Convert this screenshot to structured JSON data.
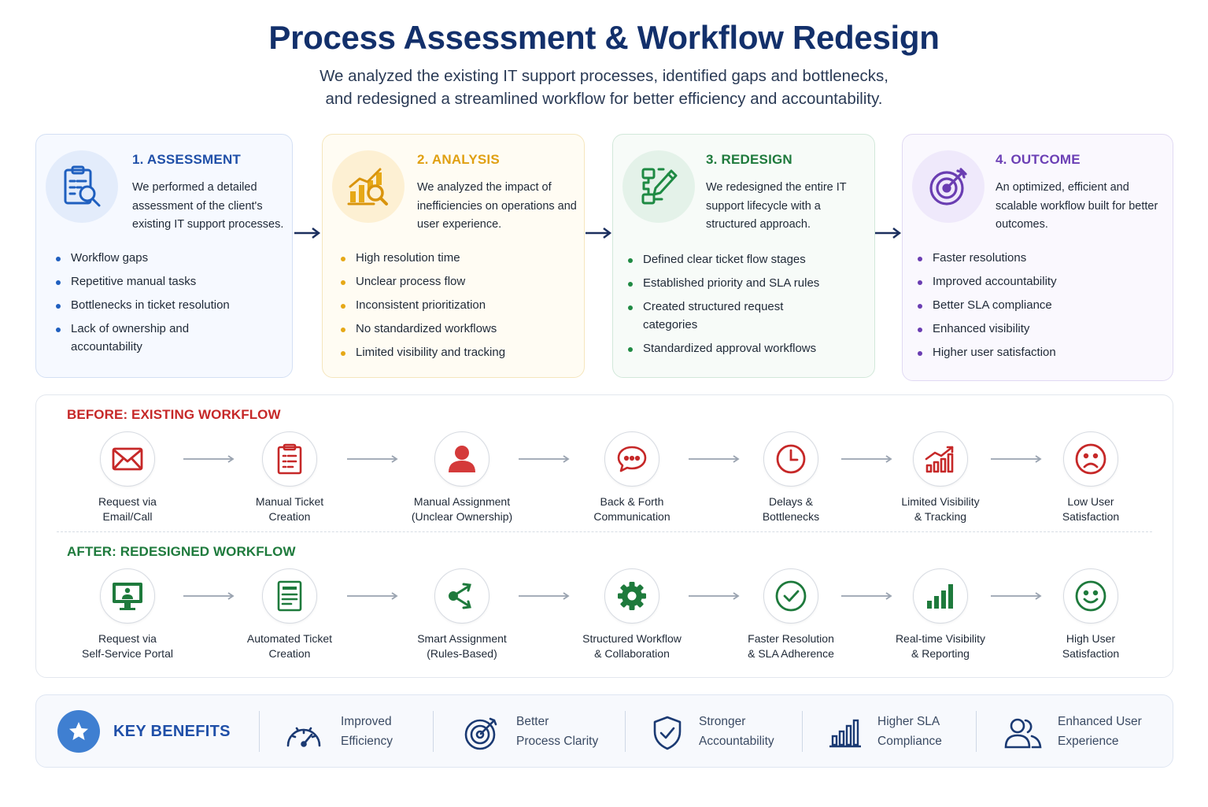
{
  "header": {
    "title": "Process Assessment & Workflow Redesign",
    "subtitle_line1": "We analyzed the existing IT support processes, identified gaps and bottlenecks,",
    "subtitle_line2": "and redesigned a streamlined workflow for better efficiency and accountability."
  },
  "phases": [
    {
      "title": "1. ASSESSMENT",
      "icon": "clipboard-search-icon",
      "description": "We performed a detailed assessment of the client's existing IT support processes.",
      "items": [
        "Workflow gaps",
        "Repetitive manual tasks",
        "Bottlenecks in ticket resolution",
        "Lack of ownership and accountability"
      ],
      "color": "#1f4fa8"
    },
    {
      "title": "2. ANALYSIS",
      "icon": "chart-magnifier-icon",
      "description": "We analyzed the impact of inefficiencies on operations and user experience.",
      "items": [
        "High resolution time",
        "Unclear process flow",
        "Inconsistent prioritization",
        "No standardized workflows",
        "Limited visibility and tracking"
      ],
      "color": "#e0a012"
    },
    {
      "title": "3. REDESIGN",
      "icon": "flowchart-pencil-icon",
      "description": "We redesigned the entire IT support lifecycle with a structured approach.",
      "items": [
        "Defined clear ticket flow stages",
        "Established priority and SLA rules",
        "Created structured request categories",
        "Standardized approval workflows"
      ],
      "color": "#1e7a3c"
    },
    {
      "title": "4. OUTCOME",
      "icon": "target-arrow-icon",
      "description": "An optimized, efficient and scalable workflow built for better outcomes.",
      "items": [
        "Faster resolutions",
        "Improved accountability",
        "Better SLA compliance",
        "Enhanced visibility",
        "Higher user satisfaction"
      ],
      "color": "#6b3fb5"
    }
  ],
  "before": {
    "label": "BEFORE: EXISTING WORKFLOW",
    "color": "#c62828",
    "steps": [
      {
        "icon": "email-icon",
        "line1": "Request via",
        "line2": "Email/Call"
      },
      {
        "icon": "clipboard-list-icon",
        "line1": "Manual Ticket",
        "line2": "Creation"
      },
      {
        "icon": "person-icon",
        "line1": "Manual Assignment",
        "line2": "(Unclear Ownership)"
      },
      {
        "icon": "chat-bubble-icon",
        "line1": "Back & Forth",
        "line2": "Communication"
      },
      {
        "icon": "clock-icon",
        "line1": "Delays &",
        "line2": "Bottlenecks"
      },
      {
        "icon": "bar-chart-trend-icon",
        "line1": "Limited Visibility",
        "line2": "& Tracking"
      },
      {
        "icon": "sad-face-icon",
        "line1": "Low User",
        "line2": "Satisfaction"
      }
    ]
  },
  "after": {
    "label": "AFTER: REDESIGNED WORKFLOW",
    "color": "#1e7a3c",
    "steps": [
      {
        "icon": "monitor-icon",
        "line1": "Request via",
        "line2": "Self-Service Portal"
      },
      {
        "icon": "document-icon",
        "line1": "Automated Ticket",
        "line2": "Creation"
      },
      {
        "icon": "share-nodes-icon",
        "line1": "Smart Assignment",
        "line2": "(Rules-Based)"
      },
      {
        "icon": "gear-icon",
        "line1": "Structured Workflow",
        "line2": "& Collaboration"
      },
      {
        "icon": "check-circle-icon",
        "line1": "Faster Resolution",
        "line2": "& SLA Adherence"
      },
      {
        "icon": "bar-chart-icon",
        "line1": "Real-time Visibility",
        "line2": "& Reporting"
      },
      {
        "icon": "happy-face-icon",
        "line1": "High User",
        "line2": "Satisfaction"
      }
    ]
  },
  "benefits": {
    "title": "KEY BENEFITS",
    "icon": "star-icon",
    "items": [
      {
        "icon": "speedometer-icon",
        "line1": "Improved",
        "line2": "Efficiency"
      },
      {
        "icon": "target-icon",
        "line1": "Better",
        "line2": "Process Clarity"
      },
      {
        "icon": "shield-check-icon",
        "line1": "Stronger",
        "line2": "Accountability"
      },
      {
        "icon": "bar-chart-icon",
        "line1": "Higher SLA",
        "line2": "Compliance"
      },
      {
        "icon": "users-icon",
        "line1": "Enhanced User",
        "line2": "Experience"
      }
    ]
  }
}
